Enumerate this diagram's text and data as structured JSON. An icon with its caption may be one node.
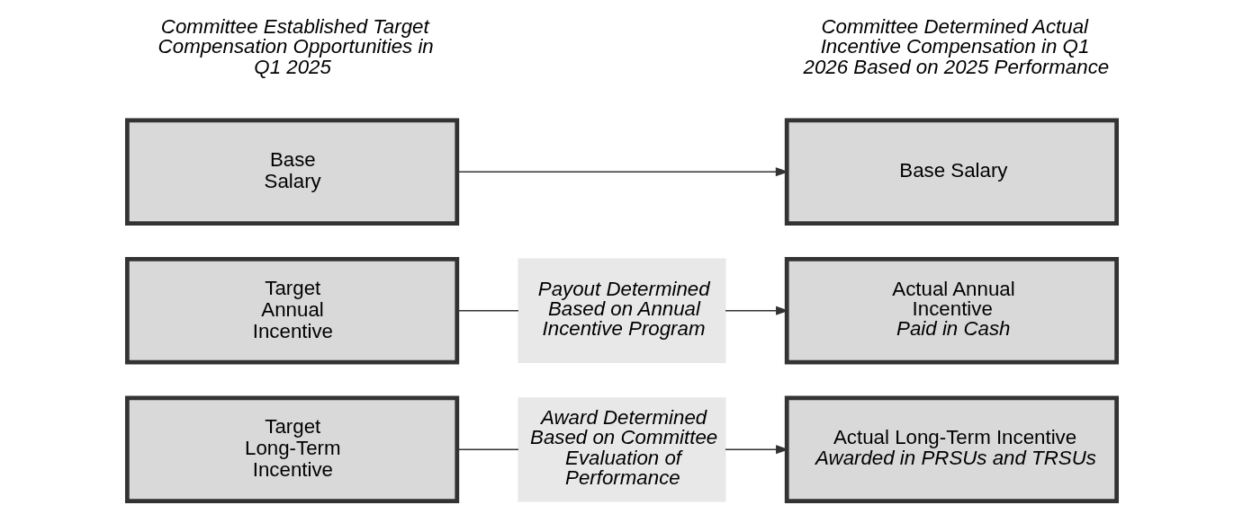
{
  "diagram": {
    "nodes": [
      {
        "text": [
          "Base Salary"
        ]
      },
      {
        "text": [
          "Base Salary"
        ]
      },
      {
        "text": [
          "Target Annual Incentive"
        ]
      },
      {
        "text": [
          "Payout Determined Based on Annual Incentive Program"
        ]
      },
      {
        "text": [
          "Actual Annual Incentive",
          "Paid in Cash"
        ]
      },
      {
        "text": [
          "Target Long-Term Incentive"
        ]
      },
      {
        "text": [
          "Award Determined Based on Committee Evaluation of Performance"
        ]
      },
      {
        "text": [
          "Actual Long-Term Incentive",
          "Awarded in PRSUs and TRSUs"
        ]
      }
    ],
    "edges": [
      {
        "from": 0,
        "to": 1,
        "arrow": "to"
      },
      {
        "from": 2,
        "to": 3,
        "arrow": "none"
      },
      {
        "from": 3,
        "to": 4,
        "arrow": "to"
      },
      {
        "from": 5,
        "to": 6,
        "arrow": "none"
      },
      {
        "from": 6,
        "to": 7,
        "arrow": "to"
      }
    ],
    "labels": [
      "Committee Established Target Compensation Opportunities in Q1 2025",
      "Committee Determined Actual Incentive Compensation in Q1 2026 Based on 2025 Performance"
    ]
  }
}
